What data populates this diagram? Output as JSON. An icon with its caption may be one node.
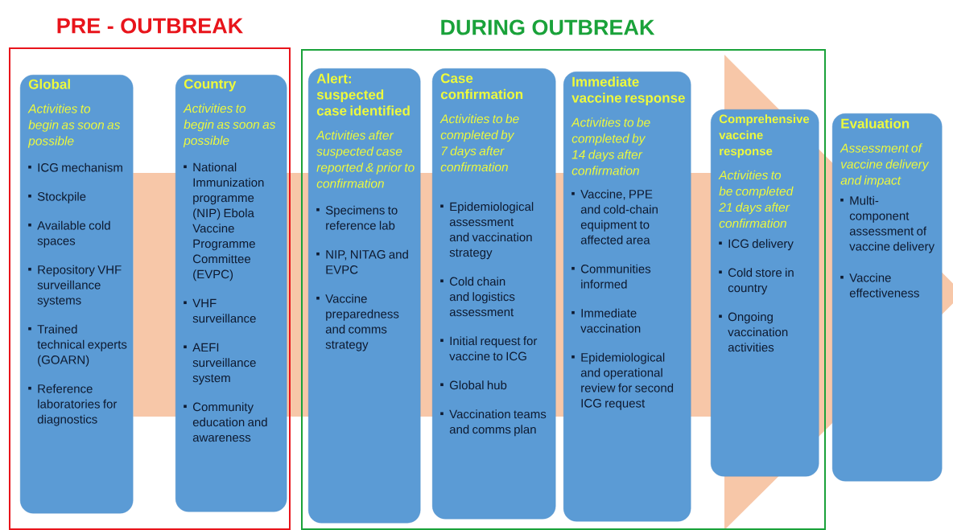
{
  "diagram": {
    "nodes": [
      {
        "text": [
          "PRE - OUTBREAK"
        ]
      },
      {
        "text": [
          "Global",
          "Activities to begin as soon as possible",
          "ICG mechanism",
          "Stockpile",
          "Available cold spaces",
          "Repository VHF surveillance systems",
          "Trained technical experts (GOARN)",
          "Reference laboratories for diagnostics"
        ],
        "in": 0
      },
      {
        "text": [
          "Country",
          "Activities to begin as soon as possible",
          "National Immunization programme (NIP) Ebola Vaccine Programme Committee (EVPC)",
          "VHF surveillance",
          "AEFI surveillance system",
          "Community education and awareness"
        ],
        "in": 0
      },
      {
        "text": [
          "DURING OUTBREAK"
        ]
      },
      {
        "text": [
          "Alert: suspected case identified",
          "Activities after suspected case reported & prior to confirmation",
          "Specimens to reference lab",
          "NIP, NITAG and EVPC",
          "Vaccine preparedness and comms strategy"
        ],
        "in": 3
      },
      {
        "text": [
          "Case confirmation",
          "Activities to be completed by 7 days after confirmation",
          "Epidemiological assessment and vaccination strategy",
          "Cold chain and logistics assessment",
          "Initial request for vaccine to ICG",
          "Global hub",
          "Vaccination teams and comms plan"
        ],
        "in": 3
      },
      {
        "text": [
          "Immediate vaccine response",
          "Activities to be completed by 14 days after confirmation",
          "Vaccine, PPE and cold-chain equipment to affected area",
          "Communities informed",
          "Immediate vaccination",
          "Epidemiological and operational review for second ICG request"
        ],
        "in": 3
      },
      {
        "text": [
          "Comprehensive vaccine response",
          "Activities to be completed 21 days after confirmation",
          "ICG delivery",
          "Cold store in country",
          "Ongoing vaccination activities"
        ],
        "in": 3
      },
      {
        "text": [
          "Evaluation",
          "Assessment of vaccine delivery and impact",
          "Multi-component assessment of vaccine delivery",
          "Vaccine effectiveness"
        ]
      }
    ],
    "edges": [
      {
        "from": 1,
        "to": 8,
        "arrow": "to"
      }
    ]
  }
}
